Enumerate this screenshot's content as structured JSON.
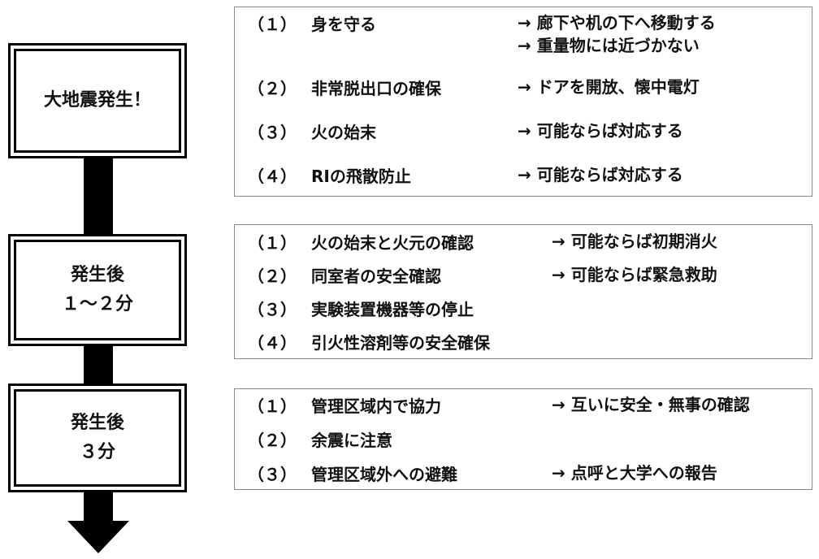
{
  "stages": [
    {
      "label_lines": [
        "大地震発生！"
      ],
      "steps": [
        {
          "num": "（１）",
          "action": "身を守る",
          "notes": [
            "→ 廊下や机の下へ移動する",
            "→ 重量物には近づかない"
          ]
        },
        {
          "num": "（２）",
          "action": "非常脱出口の確保",
          "notes": [
            "→ ドアを開放、懐中電灯"
          ]
        },
        {
          "num": "（３）",
          "action": "火の始末",
          "notes": [
            "→ 可能ならば対応する"
          ]
        },
        {
          "num": "（４）",
          "action": "RIの飛散防止",
          "notes": [
            "→ 可能ならば対応する"
          ]
        }
      ]
    },
    {
      "label_lines": [
        "発生後",
        "１～２分"
      ],
      "steps": [
        {
          "num": "（１）",
          "action": "火の始末と火元の確認",
          "notes": [
            "→ 可能ならば初期消火"
          ]
        },
        {
          "num": "（２）",
          "action": "同室者の安全確認",
          "notes": [
            "→ 可能ならば緊急救助"
          ]
        },
        {
          "num": "（３）",
          "action": "実験装置機器等の停止",
          "notes": []
        },
        {
          "num": "（４）",
          "action": "引火性溶剤等の安全確保",
          "notes": []
        }
      ]
    },
    {
      "label_lines": [
        "発生後",
        "３分"
      ],
      "steps": [
        {
          "num": "（１）",
          "action": "管理区域内で協力",
          "notes": [
            "→ 互いに安全・無事の確認"
          ]
        },
        {
          "num": "（２）",
          "action": "余震に注意",
          "notes": []
        },
        {
          "num": "（３）",
          "action": "管理区域外への避難",
          "notes": [
            "→ 点呼と大学への報告"
          ]
        }
      ]
    }
  ]
}
